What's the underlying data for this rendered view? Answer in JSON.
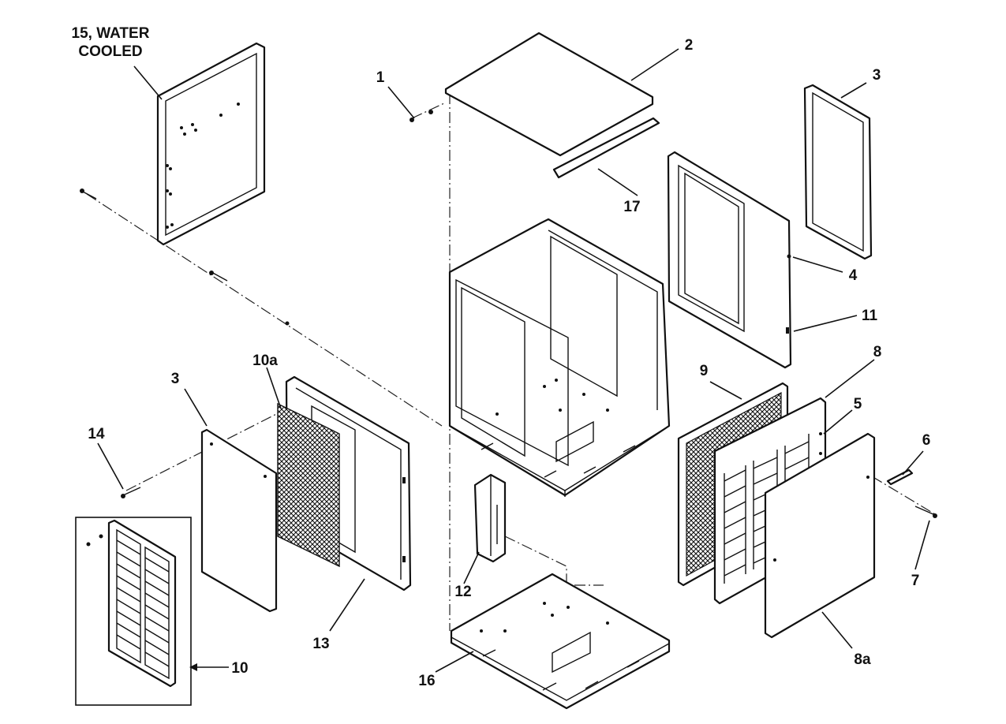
{
  "diagram": {
    "labels": {
      "part_15": "15, WATER",
      "part_15_line2": "COOLED",
      "part_1": "1",
      "part_2": "2",
      "part_3_right": "3",
      "part_17": "17",
      "part_4": "4",
      "part_11": "11",
      "part_9": "9",
      "part_8": "8",
      "part_5": "5",
      "part_6": "6",
      "part_7": "7",
      "part_8a": "8a",
      "part_3_left": "3",
      "part_10a": "10a",
      "part_14": "14",
      "part_12": "12",
      "part_13": "13",
      "part_16": "16",
      "part_10": "10"
    }
  }
}
